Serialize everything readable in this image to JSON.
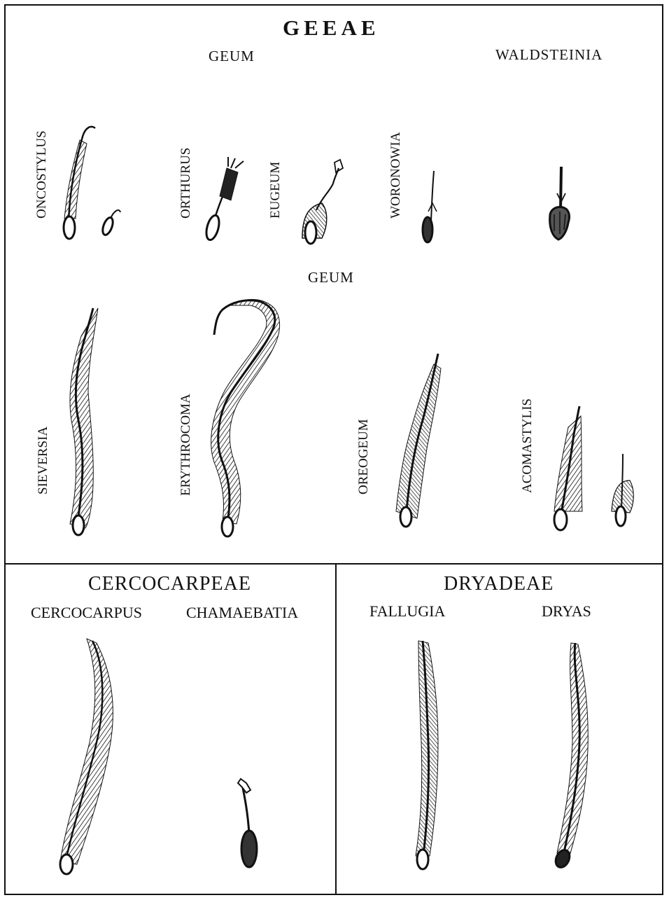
{
  "tribes": {
    "geeae": {
      "title": "GEEAE",
      "genus_geum_top": "GEUM",
      "genus_waldsteinia": "WALDSTEINIA",
      "subgenera_top": [
        "ONCOSTYLUS",
        "ORTHURUS",
        "EUGEUM",
        "WORONOWIA"
      ],
      "genus_geum_mid": "GEUM",
      "subgenera_bottom": [
        "SIEVERSIA",
        "ERYTHROCOMA",
        "OREOGEUM",
        "ACOMASTYLIS"
      ]
    },
    "cercocarpeae": {
      "title": "CERCOCARPEAE",
      "genera": [
        "CERCOCARPUS",
        "CHAMAEBATIA"
      ]
    },
    "dryadeae": {
      "title": "DRYADEAE",
      "genera": [
        "FALLUGIA",
        "DRYAS"
      ]
    }
  },
  "ink_color": "#111111"
}
